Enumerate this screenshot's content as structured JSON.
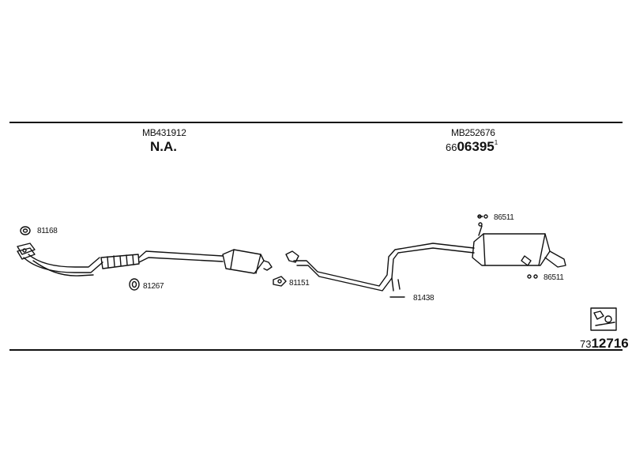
{
  "left_assembly": {
    "part_number": "MB431912",
    "value": "N.A."
  },
  "right_assembly": {
    "part_number": "MB252676",
    "code_prefix": "66",
    "code_main": "06395",
    "code_suffix": "1"
  },
  "part_labels": {
    "gasket_front": "81168",
    "ring_clamp": "81267",
    "gasket_mid": "81151",
    "hanger_mid": "81438",
    "hanger_top": "86511",
    "hanger_bottom": "86511"
  },
  "diagram_ref": {
    "prefix": "73",
    "number": "12716"
  }
}
